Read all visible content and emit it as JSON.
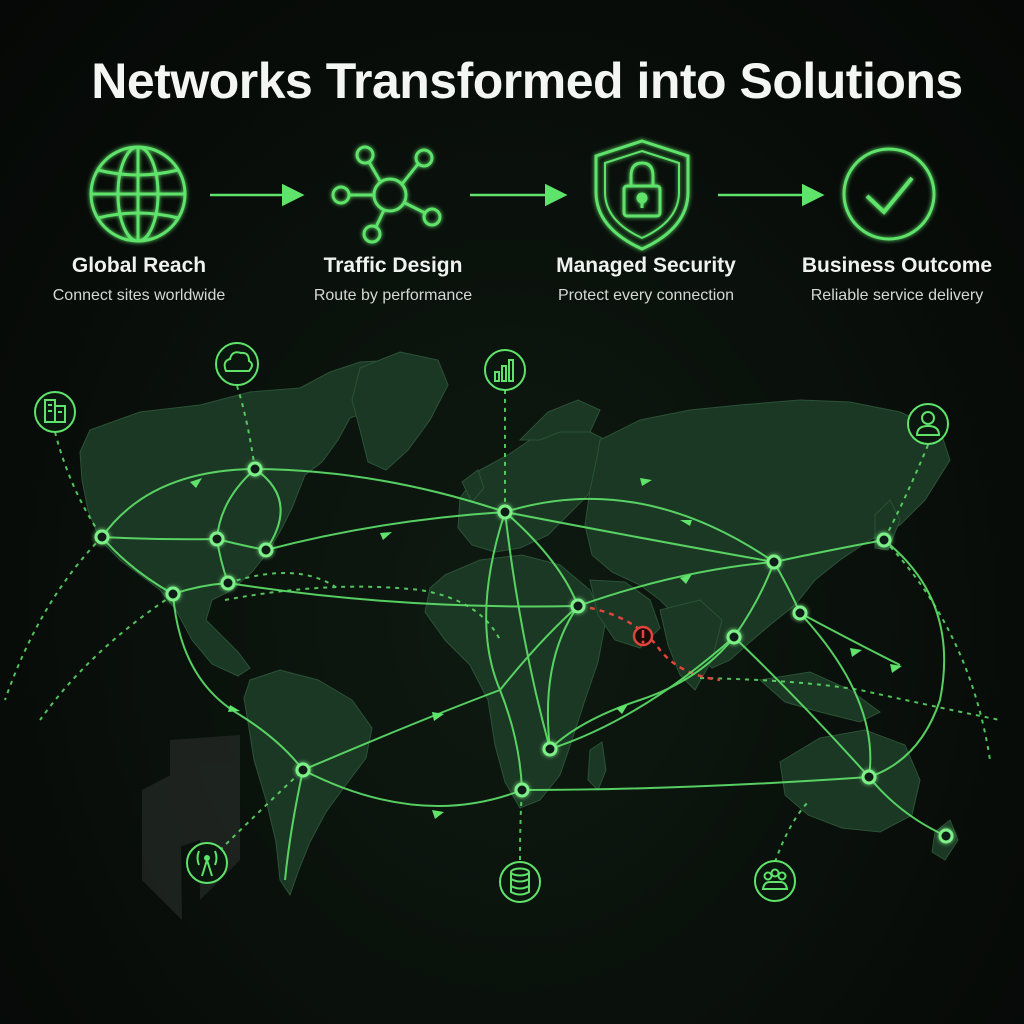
{
  "title": "Networks Transformed into Solutions",
  "steps": [
    {
      "label": "Global Reach",
      "sub": "Connect sites worldwide",
      "icon": "globe-icon"
    },
    {
      "label": "Traffic Design",
      "sub": "Route by performance",
      "icon": "network-hub-icon"
    },
    {
      "label": "Managed Security",
      "sub": "Protect every connection",
      "icon": "shield-lock-icon"
    },
    {
      "label": "Business Outcome",
      "sub": "Reliable service delivery",
      "icon": "checkmark-circle-icon"
    }
  ],
  "map_badges": [
    "building-icon",
    "cloud-icon",
    "bar-chart-icon",
    "user-icon",
    "antenna-icon",
    "database-icon",
    "team-icon"
  ],
  "alert": {
    "icon": "alert-icon",
    "color": "#e0443a"
  },
  "colors": {
    "accent": "#5fe36a",
    "background": "#0a0f0b",
    "land": "#1c3a26",
    "alert": "#e0443a"
  }
}
